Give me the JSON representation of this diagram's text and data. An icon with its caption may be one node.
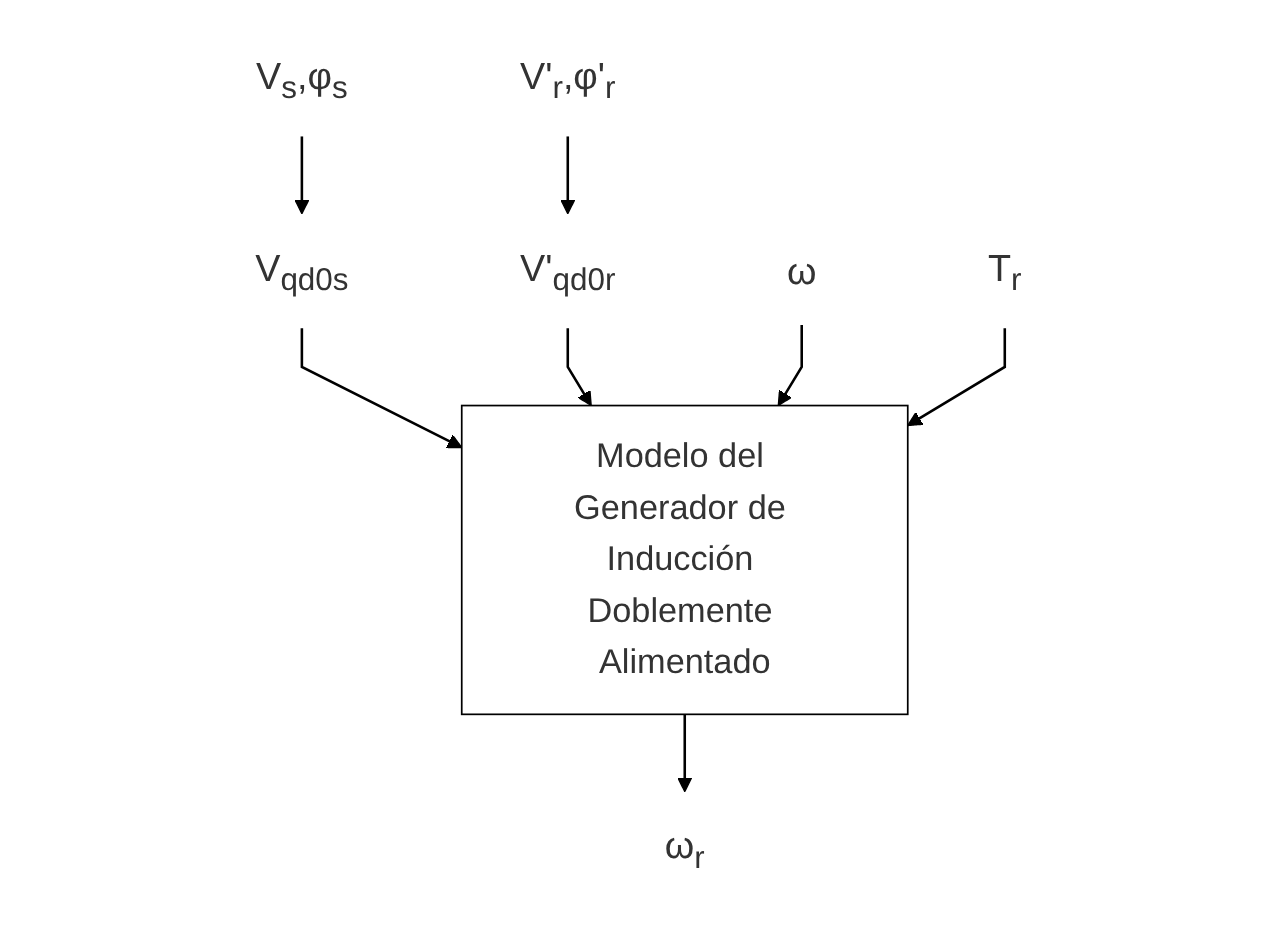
{
  "diagram": {
    "nodes": [
      {
        "text": [
          "V$_{s}$,φ$_{s}$"
        ]
      },
      {
        "text": [
          "V'$_{r}$,φ'$_{r}$"
        ]
      },
      {
        "text": [
          "V$_{qd0s}$"
        ]
      },
      {
        "text": [
          "V'$_{qd0r}$"
        ]
      },
      {
        "text": [
          "ω"
        ]
      },
      {
        "text": [
          "Modelo del Generador de Inducción Doblemente Alimentado"
        ]
      },
      {
        "text": [
          "T$_{r}$"
        ]
      },
      {
        "text": [
          "ω$_{r}$"
        ]
      }
    ],
    "edges": [
      {
        "from": 0,
        "to": 2,
        "arrow": "to"
      },
      {
        "from": 1,
        "to": 3,
        "arrow": "to"
      },
      {
        "from": 2,
        "to": 5,
        "arrow": "to"
      },
      {
        "from": 3,
        "to": 5,
        "arrow": "to"
      },
      {
        "from": 4,
        "to": 5,
        "arrow": "to"
      },
      {
        "from": 6,
        "to": 5,
        "arrow": "to"
      },
      {
        "from": 5,
        "to": 7,
        "arrow": "to"
      }
    ]
  }
}
